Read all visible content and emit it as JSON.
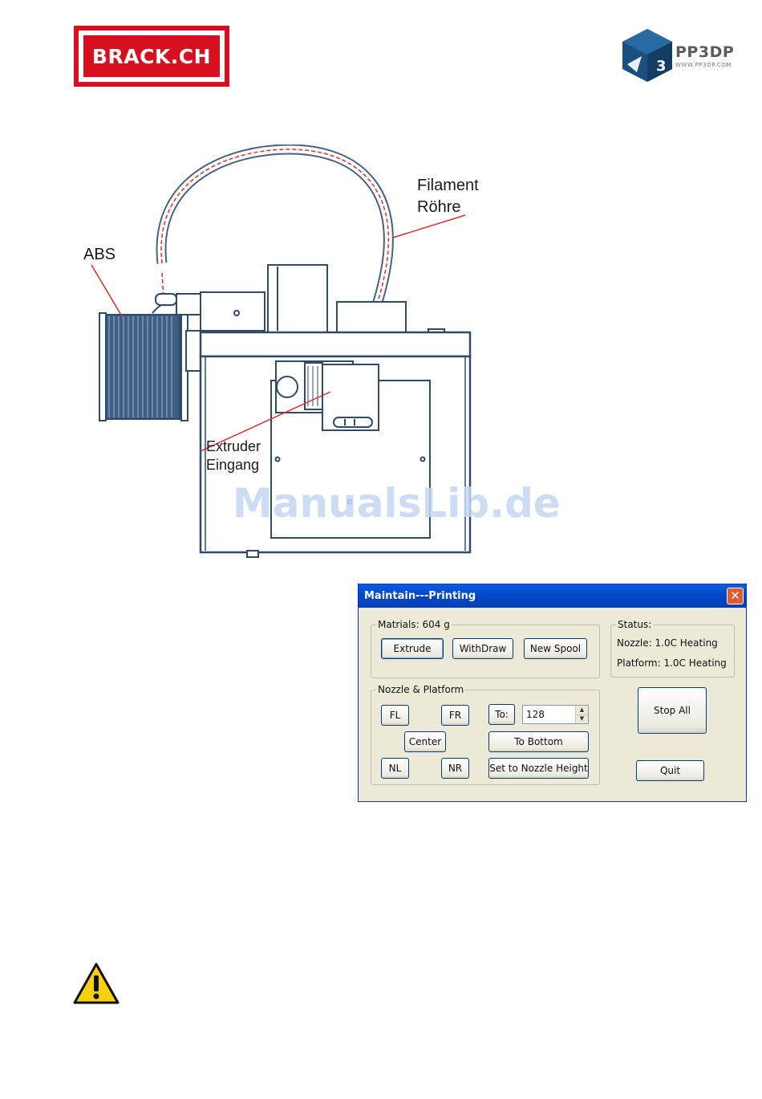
{
  "header": {
    "brand_left": "BRACK.CH",
    "brand_right_name": "PP3DP",
    "brand_right_url": "WWW.PP3DP.COM",
    "brand_right_badge": "3"
  },
  "diagram": {
    "labels": {
      "abs": "ABS",
      "filament_line1": "Filament",
      "filament_line2": "Röhre",
      "extruder_line1": "Extruder",
      "extruder_line2": "Eingang"
    },
    "watermark": "ManualsLib.de"
  },
  "dialog": {
    "title": "Maintain---Printing",
    "close_symbol": "✕",
    "materials": {
      "legend": "Matrials: 604 g",
      "extrude": "Extrude",
      "withdraw": "WithDraw",
      "new_spool": "New Spool"
    },
    "status": {
      "legend": "Status:",
      "nozzle": "Nozzle: 1.0C Heating",
      "platform": "Platform: 1.0C Heating"
    },
    "nozzle_platform": {
      "legend": "Nozzle & Platform",
      "fl": "FL",
      "fr": "FR",
      "center": "Center",
      "nl": "NL",
      "nr": "NR",
      "to_label": "To:",
      "to_value": "128",
      "to_bottom": "To Bottom",
      "set_nozzle_height": "Set to Nozzle Height"
    },
    "stop_all": "Stop All",
    "quit": "Quit"
  },
  "colors": {
    "brand_red": "#d6101f",
    "pp3dp_blue": "#1b4f80",
    "dialog_face": "#ece9d8",
    "titlebar_blue": "#0347c8",
    "warning_yellow": "#f7d10a"
  },
  "icons": {
    "pp3dp_logo": "cube-logo-icon",
    "warning": "warning-triangle-icon"
  }
}
